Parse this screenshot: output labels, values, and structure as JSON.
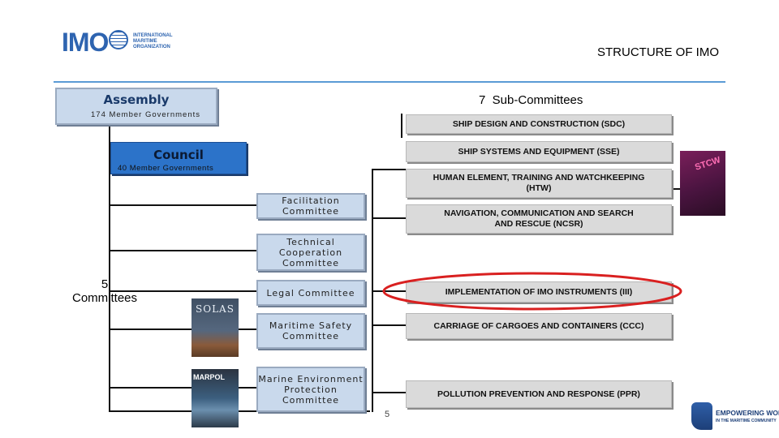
{
  "logo": {
    "mark": "IMO",
    "lines": [
      "INTERNATIONAL",
      "MARITIME",
      "ORGANIZATION"
    ]
  },
  "title": "STRUCTURE OF IMO",
  "assembly": {
    "title": "Assembly",
    "subtitle": "174 Member Governments"
  },
  "council": {
    "title": "Council",
    "subtitle": "40 Member Governments"
  },
  "committees_label": "5\nCommittees",
  "committees": [
    "Facilitation\nCommittee",
    "Technical\nCooperation\nCommittee",
    "Legal Committee",
    "Maritime Safety\nCommittee",
    "Marine Environment\nProtection\nCommittee"
  ],
  "subcommittees_header": "7  Sub-Committees",
  "subcommittees": [
    "SHIP DESIGN AND CONSTRUCTION (SDC)",
    "SHIP SYSTEMS AND EQUIPMENT (SSE)",
    "HUMAN ELEMENT, TRAINING AND WATCHKEEPING\n(HTW)",
    "NAVIGATION, COMMUNICATION AND SEARCH\nAND RESCUE (NCSR)",
    "IMPLEMENTATION OF IMO INSTRUMENTS (III)",
    "CARRIAGE OF CARGOES AND CONTAINERS (CCC)",
    "POLLUTION PREVENTION AND RESPONSE (PPR)"
  ],
  "book_covers": {
    "solas": "SOLAS",
    "marpol": "MARPOL",
    "stcw": "STCW"
  },
  "page_number": "5",
  "footer_logo": {
    "line1": "EMPOWERING WOMEN",
    "line2": "IN THE MARITIME COMMUNITY"
  },
  "colors": {
    "accent_line": "#5b9bd5",
    "council_blue": "#2c73c9",
    "highlight_red": "#d92020",
    "box_grey": "#dadada",
    "box_light": "#c9d9ec"
  }
}
